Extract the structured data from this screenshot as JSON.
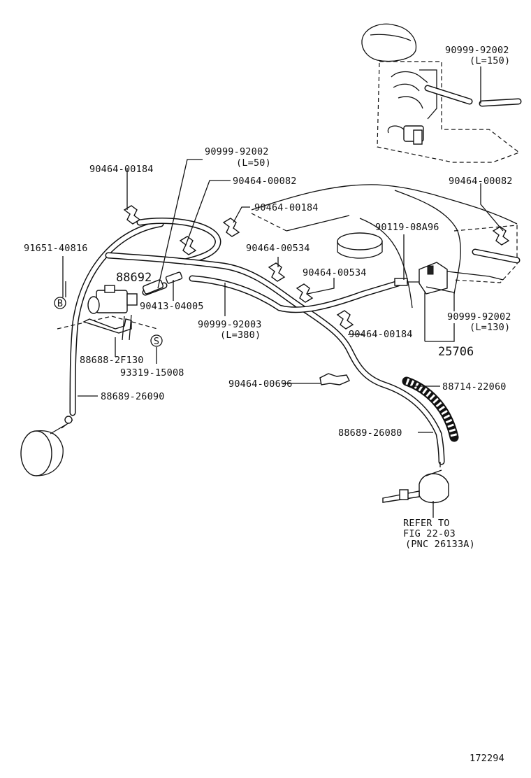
{
  "labels": {
    "p_90999_92002_top": "90999-92002",
    "p_l150": "(L=150)",
    "p_90999_92002_mid": "90999-92002",
    "p_l50": "(L=50)",
    "p_90464_00184_a": "90464-00184",
    "p_90464_00082_a": "90464-00082",
    "p_90464_00082_b": "90464-00082",
    "p_90464_00184_b": "90464-00184",
    "p_90119_08a96": "90119-08A96",
    "p_91651_40816": "91651-40816",
    "p_90464_00534_a": "90464-00534",
    "p_88692": "88692",
    "p_90464_00534_b": "90464-00534",
    "p_90413_04005": "90413-04005",
    "p_90999_92003": "90999-92003",
    "p_l380": "(L=380)",
    "p_90999_92002_right": "90999-92002",
    "p_l130": "(L=130)",
    "p_90464_00184_c": "90464-00184",
    "p_25706": "25706",
    "p_88688_2f130": "88688-2F130",
    "p_93319_15008": "93319-15008",
    "p_90464_00696": "90464-00696",
    "p_88714_22060": "88714-22060",
    "p_88689_26090": "88689-26090",
    "p_88689_26080": "88689-26080",
    "refer_line1": "REFER TO",
    "refer_line2": "FIG 22-03",
    "refer_line3": "(PNC 26133A)",
    "marker_b": "B",
    "marker_s": "S",
    "figure_number": "172294"
  }
}
